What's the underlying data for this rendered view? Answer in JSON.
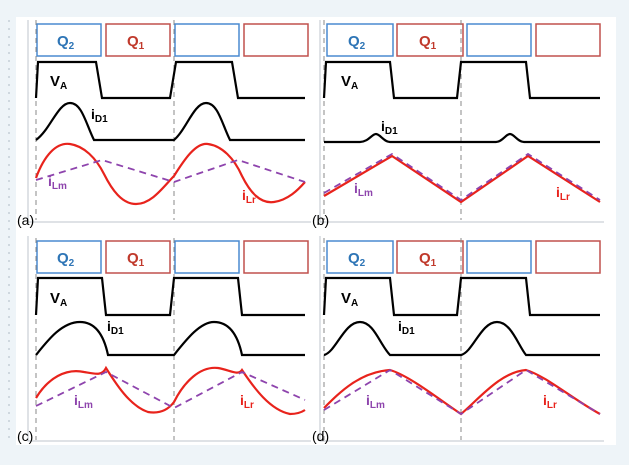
{
  "figure": {
    "switch_labels": {
      "q2_main": "Q",
      "q2_sub": "2",
      "q1_main": "Q",
      "q1_sub": "1"
    },
    "colors": {
      "q2_box": "#4a8ad0",
      "q1_box": "#c0504d",
      "q2_text": "#2e75b6",
      "q1_text": "#c0392b",
      "node_voltage": "#000000",
      "diode_current": "#000000",
      "resonant_current": "#e8231c",
      "magnetizing_current": "#8e44ad",
      "divider": "#888888",
      "panel_bg": "#ffffff"
    },
    "panels": [
      {
        "tag": "(a)",
        "va_main": "V",
        "va_sub": "A",
        "id1_main": "i",
        "id1_sub": "D1",
        "ilm_main": "i",
        "ilm_sub": "Lm",
        "ilr_main": "i",
        "ilr_sub": "Lr"
      },
      {
        "tag": "(b)",
        "va_main": "V",
        "va_sub": "A",
        "id1_main": "i",
        "id1_sub": "D1",
        "ilm_main": "i",
        "ilm_sub": "Lm",
        "ilr_main": "i",
        "ilr_sub": "Lr"
      },
      {
        "tag": "(c)",
        "va_main": "V",
        "va_sub": "A",
        "id1_main": "i",
        "id1_sub": "D1",
        "ilm_main": "i",
        "ilm_sub": "Lm",
        "ilr_main": "i",
        "ilr_sub": "Lr"
      },
      {
        "tag": "(d)",
        "va_main": "V",
        "va_sub": "A",
        "id1_main": "i",
        "id1_sub": "D1",
        "ilm_main": "i",
        "ilm_sub": "Lm",
        "ilr_main": "i",
        "ilr_sub": "Lr"
      }
    ]
  }
}
